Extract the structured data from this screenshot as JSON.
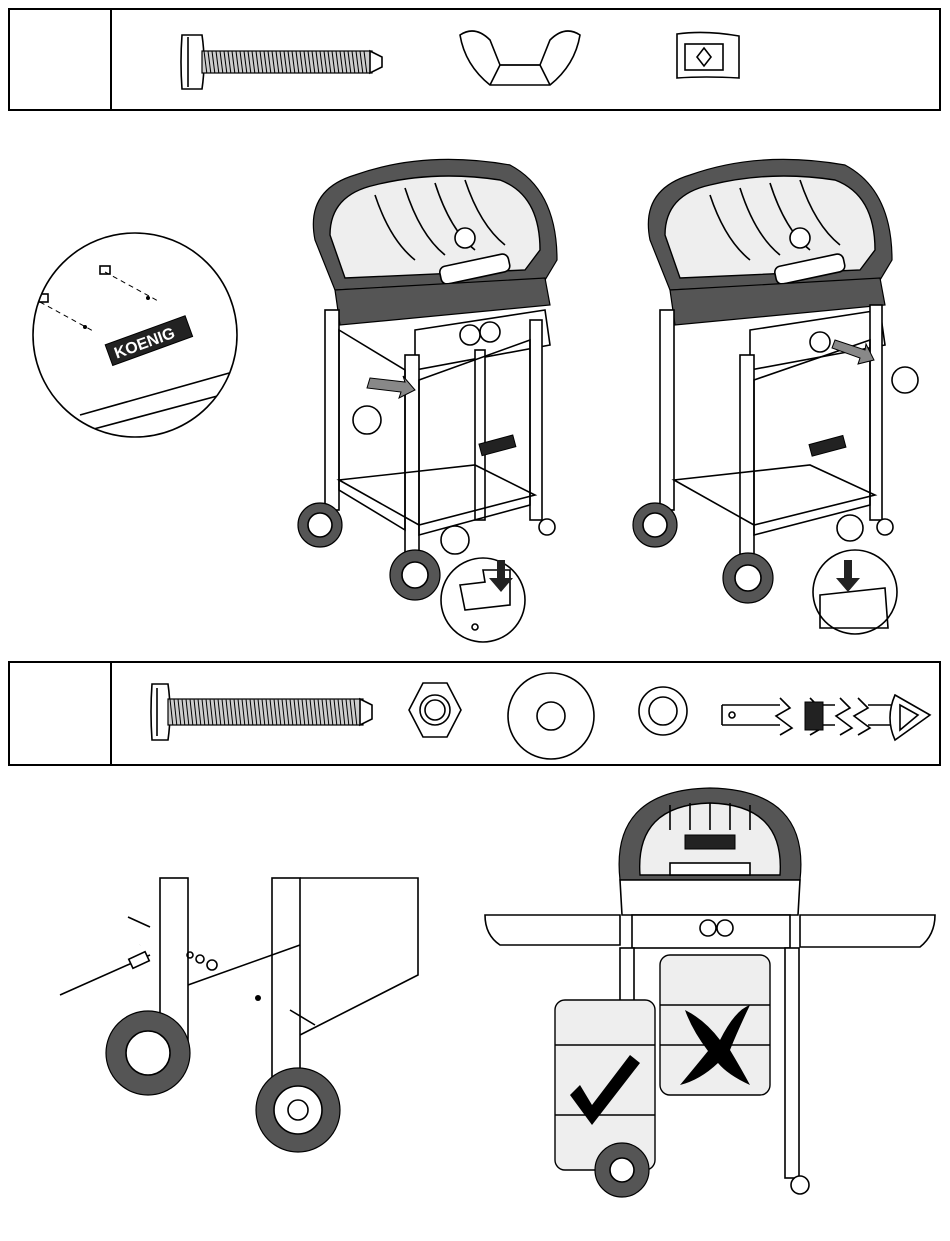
{
  "logo_text": "KOENIG",
  "sections": [
    {
      "id": "step-a",
      "parts": [
        {
          "name": "screw-icon"
        },
        {
          "name": "wing-nut-icon"
        },
        {
          "name": "logo-badge-clip-icon"
        }
      ]
    },
    {
      "id": "step-b",
      "parts": [
        {
          "name": "bolt-icon"
        },
        {
          "name": "hex-nut-icon"
        },
        {
          "name": "large-washer-icon"
        },
        {
          "name": "small-washer-icon"
        },
        {
          "name": "tank-strap-icon"
        }
      ]
    }
  ],
  "illustrations": {
    "logo_detail": "logo-installation-detail",
    "grill_left": "grill-cart-front-view",
    "grill_right": "grill-cart-side-view",
    "strap_assembly": "tank-strap-assembly",
    "tank_placement": "gas-tank-placement-correct-incorrect"
  }
}
